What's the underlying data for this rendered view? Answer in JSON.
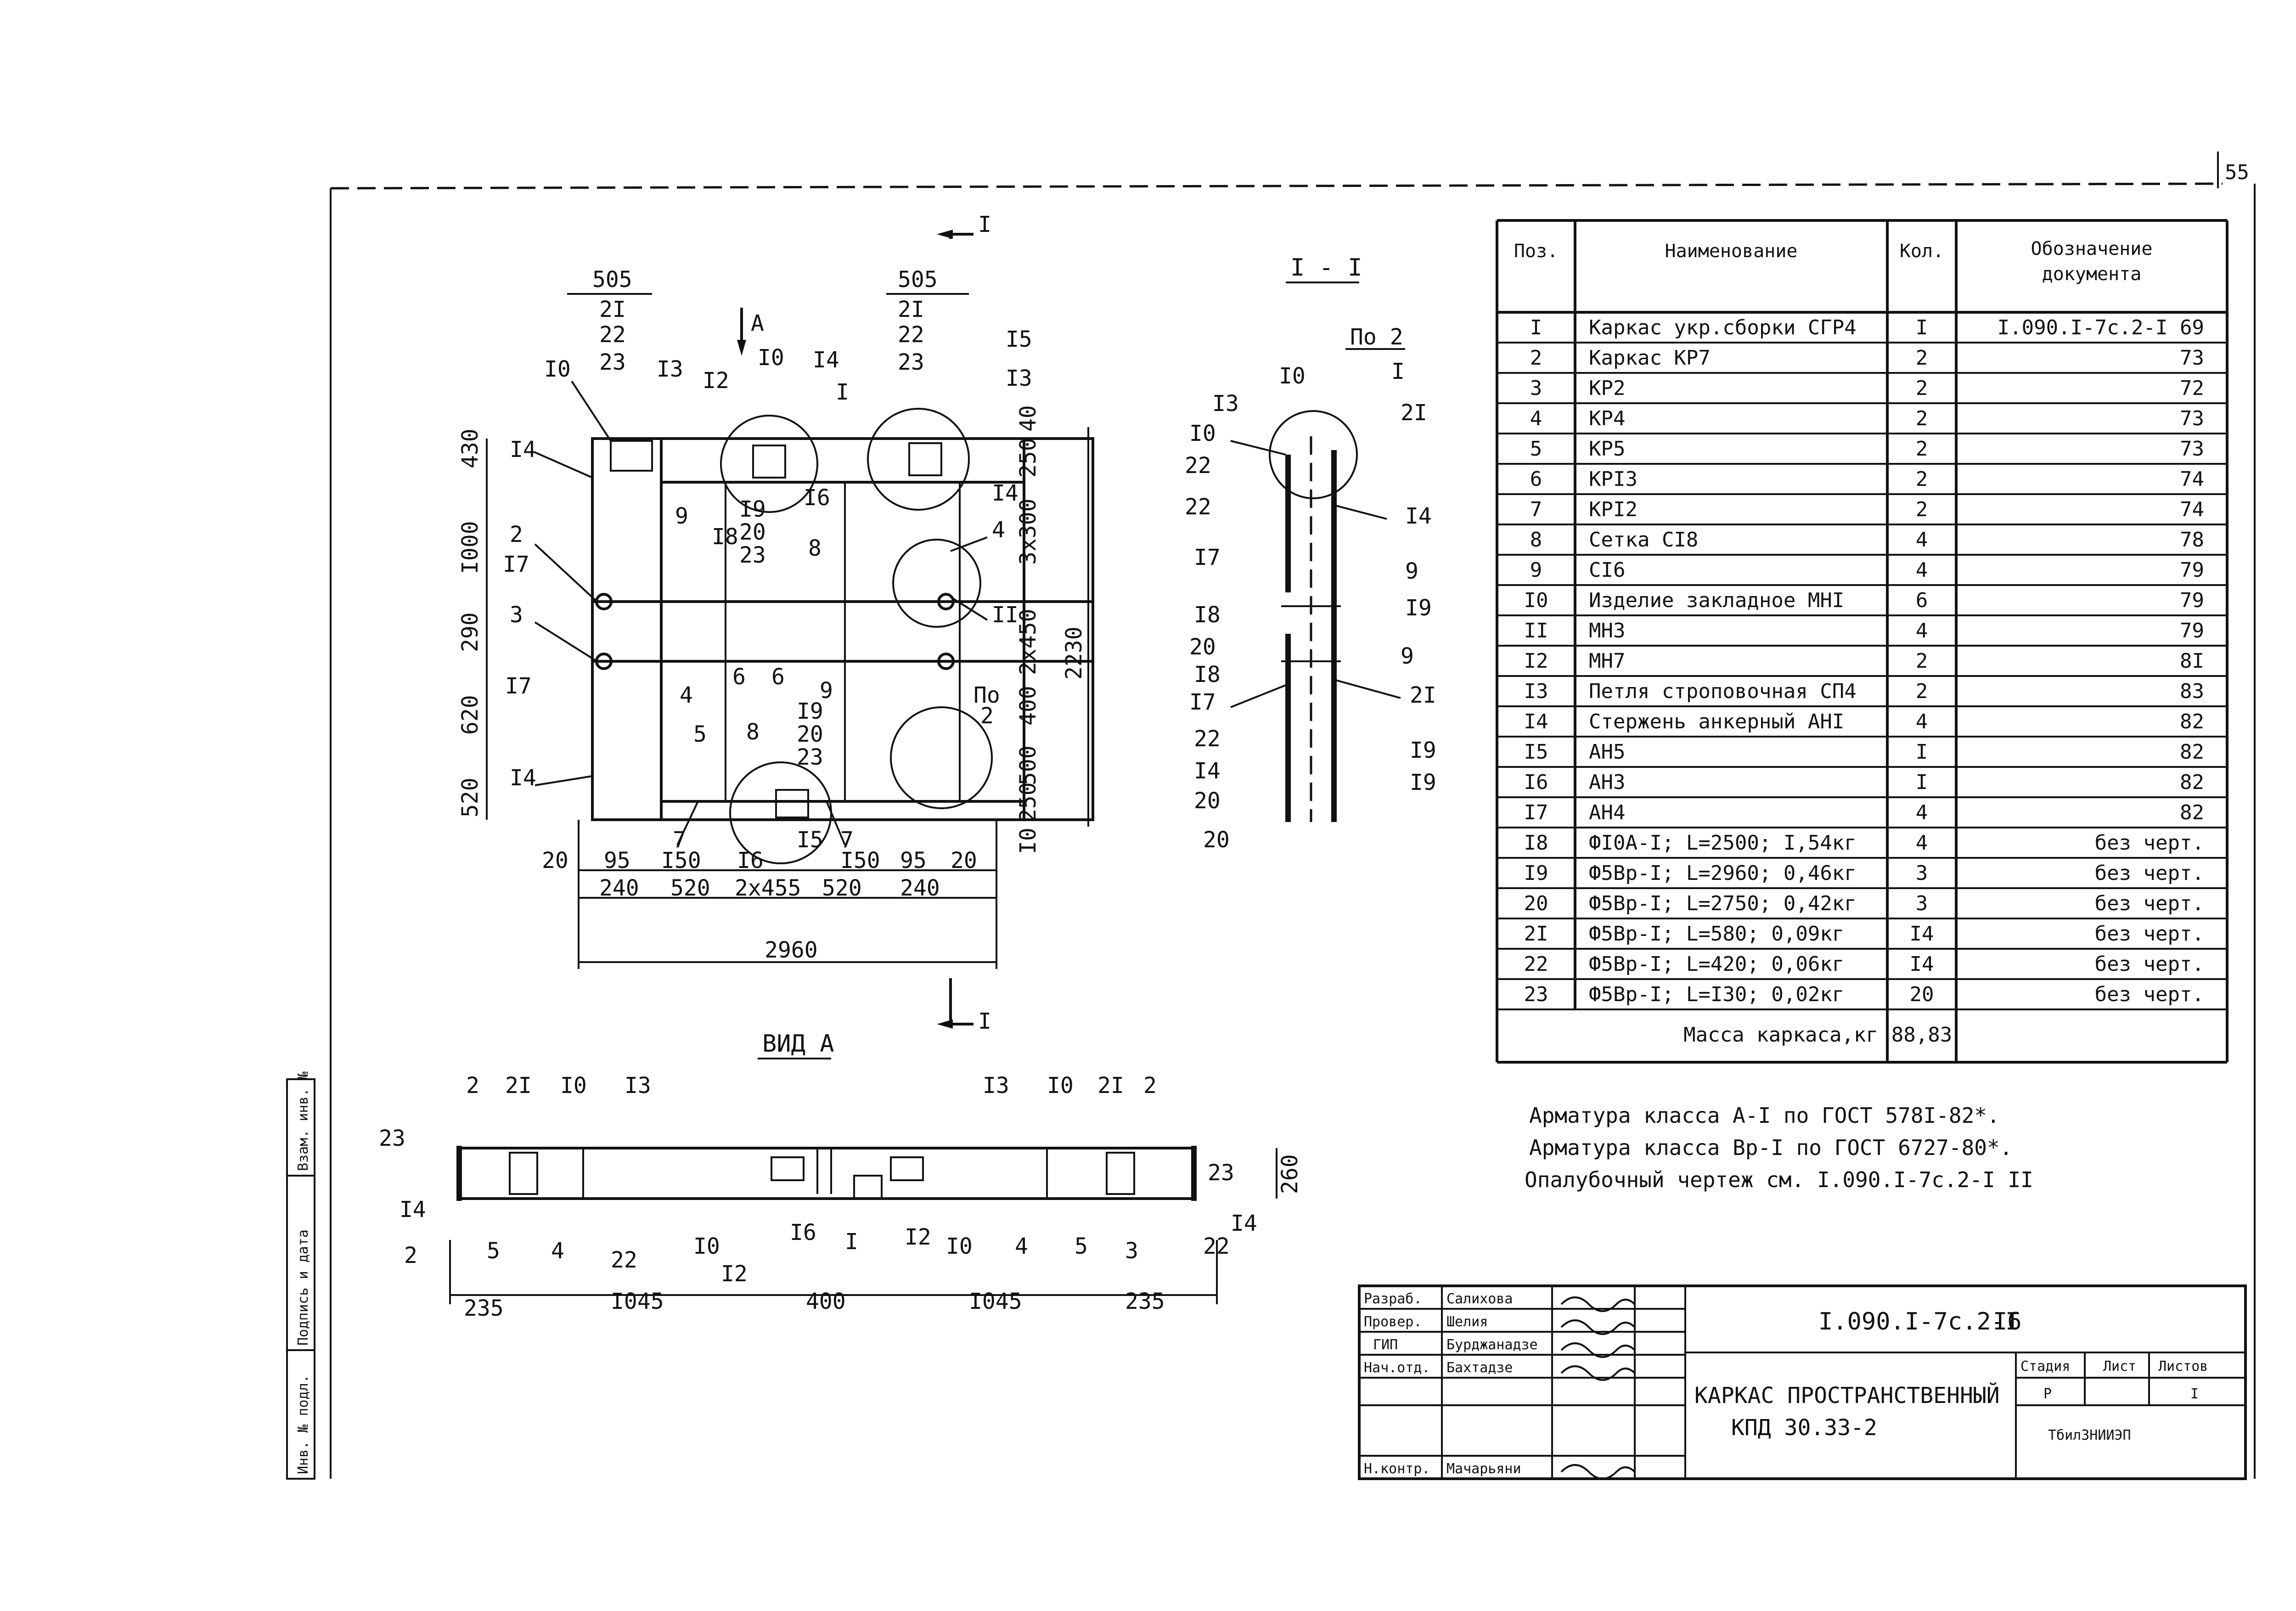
{
  "sheet": {
    "page_no": "55",
    "doc_code": "I.090.I-7c.2-I",
    "doc_sheet": "I6",
    "title_line1": "КАРКАС ПРОСТРАНСТВЕННЫЙ",
    "title_line2": "КПД 30.33-2",
    "stage_header": "Стадия",
    "sheet_header": "Лист",
    "sheets_header": "Листов",
    "stage": "Р",
    "sheets": "I",
    "org": "ТбилЗНИИЭП"
  },
  "stamp_rows": [
    {
      "role": "Разраб.",
      "name": "Салихова"
    },
    {
      "role": "Провер.",
      "name": "Шелия"
    },
    {
      "role": "ГИП",
      "name": "Бурджанадзе"
    },
    {
      "role": "Нач.отд.",
      "name": "Бахтадзе"
    },
    {
      "role": "Н.контр.",
      "name": "Мачарьяни"
    }
  ],
  "side_stamp": [
    "Инв. № подл.",
    "Подпись и дата",
    "Взам. инв. №"
  ],
  "views": {
    "section_label": "I - I",
    "section_mark": "I",
    "view_a_label": "ВИД А",
    "view_a_arrow": "A",
    "po2": "По 2"
  },
  "plan_dims": {
    "top_left": "505",
    "top_right": "505",
    "stack_left": [
      "2I",
      "22",
      "23"
    ],
    "stack_right": [
      "2I",
      "22",
      "23"
    ],
    "left_vertical": [
      "430",
      "I000",
      "290",
      "620",
      "520"
    ],
    "right_vertical": [
      "40",
      "250",
      "3x300",
      "2x450",
      "400",
      "500",
      "250",
      "I0"
    ],
    "overall_height": "2230",
    "bottom_row1": [
      "20",
      "95",
      "I50",
      "I50",
      "95",
      "20"
    ],
    "bottom_row2": [
      "240",
      "520",
      "2x455",
      "520",
      "240"
    ],
    "overall_width": "2960"
  },
  "viewa_dims": [
    "235",
    "I045",
    "400",
    "I045",
    "235"
  ],
  "viewa_height": "260",
  "specification": {
    "headers": [
      "Поз.",
      "Наименование",
      "Кол.",
      "Обозначение документа"
    ],
    "rows": [
      [
        "I",
        "Каркас укр.сборки СГР4",
        "I",
        "I.090.I-7c.2-I 69"
      ],
      [
        "2",
        "Каркас КР7",
        "2",
        "73"
      ],
      [
        "3",
        "КР2",
        "2",
        "72"
      ],
      [
        "4",
        "КР4",
        "2",
        "73"
      ],
      [
        "5",
        "КР5",
        "2",
        "73"
      ],
      [
        "6",
        "КРI3",
        "2",
        "74"
      ],
      [
        "7",
        "КРI2",
        "2",
        "74"
      ],
      [
        "8",
        "Сетка СI8",
        "4",
        "78"
      ],
      [
        "9",
        "СI6",
        "4",
        "79"
      ],
      [
        "I0",
        "Изделие закладное МНI",
        "6",
        "79"
      ],
      [
        "II",
        "МН3",
        "4",
        "79"
      ],
      [
        "I2",
        "МН7",
        "2",
        "8I"
      ],
      [
        "I3",
        "Петля строповочная СП4",
        "2",
        "83"
      ],
      [
        "I4",
        "Стержень анкерный АНI",
        "4",
        "82"
      ],
      [
        "I5",
        "АН5",
        "I",
        "82"
      ],
      [
        "I6",
        "АН3",
        "I",
        "82"
      ],
      [
        "I7",
        "АН4",
        "4",
        "82"
      ],
      [
        "I8",
        "ФI0А-I; L=2500; I,54кг",
        "4",
        "без черт."
      ],
      [
        "I9",
        "Ф5Вр-I; L=2960; 0,46кг",
        "3",
        "без черт."
      ],
      [
        "20",
        "Ф5Вр-I; L=2750; 0,42кг",
        "3",
        "без черт."
      ],
      [
        "2I",
        "Ф5Вр-I; L=580; 0,09кг",
        "I4",
        "без черт."
      ],
      [
        "22",
        "Ф5Вр-I; L=420; 0,06кг",
        "I4",
        "без черт."
      ],
      [
        "23",
        "Ф5Вр-I; L=I30; 0,02кг",
        "20",
        "без черт."
      ]
    ],
    "mass_label": "Масса каркаса,кг",
    "mass_value": "88,83"
  },
  "notes": [
    "Арматура класса А-I по ГОСТ 578I-82*.",
    "Арматура класса Вр-I по ГОСТ 6727-80*.",
    "Опалубочный чертеж см. I.090.I-7c.2-I II"
  ]
}
